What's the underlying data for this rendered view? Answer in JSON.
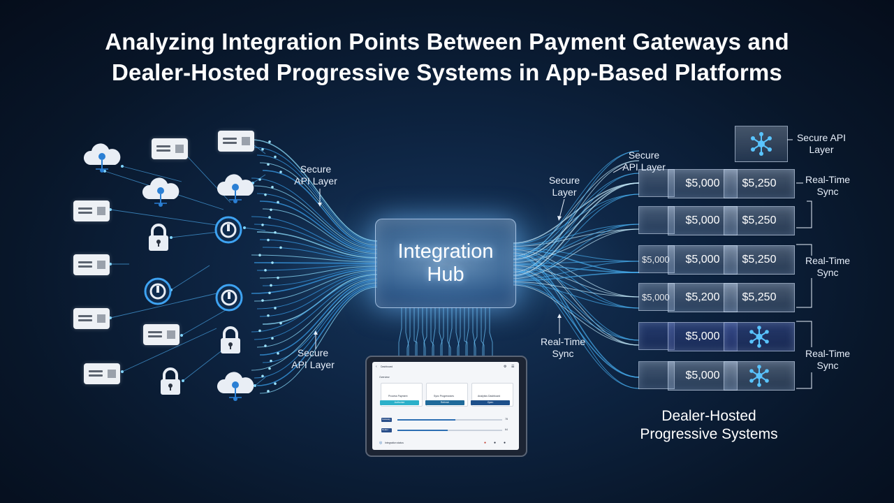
{
  "title": {
    "line1": "Analyzing Integration Points Between Payment Gateways and",
    "line2": "Dealer-Hosted Progressive Systems in App-Based Platforms"
  },
  "hub": {
    "line1": "Integration",
    "line2": "Hub"
  },
  "labels": {
    "left_api_top": [
      "Secure",
      "API Layer"
    ],
    "left_api_bottom": [
      "Secure",
      "API Layer"
    ],
    "right_secure_layer": [
      "Secure",
      "Layer"
    ],
    "right_secure_api": [
      "Secure",
      "API Layer"
    ],
    "right_realtime_left": [
      "Real-Time",
      "Sync"
    ],
    "right_api_top": [
      "Secure API",
      "Layer"
    ],
    "right_sync_1": [
      "Real-Time",
      "Sync"
    ],
    "right_sync_2": [
      "Real-Time",
      "Sync"
    ],
    "right_sync_3": [
      "Real-Time",
      "Sync"
    ],
    "dealer": [
      "Dealer-Hosted",
      "Progressive Systems"
    ]
  },
  "progressive_rows": [
    {
      "stub": "",
      "mid": "$5,000",
      "right": "$5,250"
    },
    {
      "stub": "",
      "mid": "$5,000",
      "right": "$5,250"
    },
    {
      "stub": "$5,000",
      "mid": "$5,000",
      "right": "$5,250"
    },
    {
      "stub": "$5,000",
      "mid": "$5,200",
      "right": "$5,250"
    },
    {
      "stub": "",
      "mid": "$5,000",
      "right": ""
    },
    {
      "stub": "",
      "mid": "$5,000",
      "right": ""
    }
  ],
  "tablet": {
    "header": "Dashboard",
    "section": "Overview",
    "cards": [
      {
        "title": "Process Payment",
        "button": "Authorize"
      },
      {
        "title": "Sync Progressives",
        "button": "Refresh"
      },
      {
        "title": "Analytics Dashboard",
        "button": "Open"
      }
    ],
    "rows": [
      {
        "label": "Gateway",
        "value": "78",
        "fill": 0.55
      },
      {
        "label": "Dealer",
        "value": "64",
        "fill": 0.48
      }
    ],
    "footer": "Integration status"
  },
  "colors": {
    "accent": "#5fd0ff",
    "glow": "#9fe4ff",
    "background": "#0b1d36"
  }
}
